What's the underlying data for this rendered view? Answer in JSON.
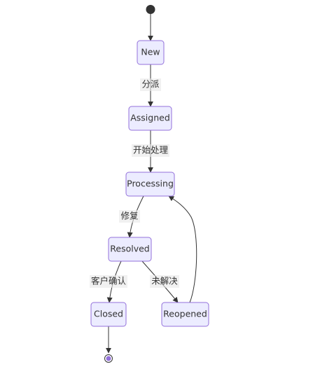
{
  "diagram": {
    "type": "state-diagram",
    "colors": {
      "node_fill": "#ececff",
      "node_stroke": "#9370db",
      "edge": "#333333",
      "start": "#333333",
      "end_fill": "#9370db"
    },
    "states": {
      "new": "New",
      "assigned": "Assigned",
      "processing": "Processing",
      "resolved": "Resolved",
      "closed": "Closed",
      "reopened": "Reopened"
    },
    "transitions": {
      "new_assigned": "分派",
      "assigned_processing": "开始处理",
      "processing_resolved": "修复",
      "resolved_closed": "客户确认",
      "resolved_reopened": "未解决"
    }
  }
}
